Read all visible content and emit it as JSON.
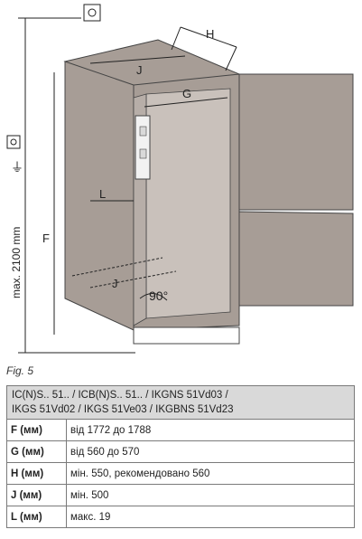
{
  "figure": {
    "labels": {
      "h": "H",
      "j_top": "J",
      "g": "G",
      "f": "F",
      "l": "L",
      "j_bottom": "J",
      "angle": "90°",
      "max_height": "max. 2100 mm"
    },
    "caption": "Fig. 5"
  },
  "table": {
    "header_line1": "IC(N)S.. 51.. / ICB(N)S.. 51.. / IKGNS 51Vd03 /",
    "header_line2": "IKGS 51Vd02 / IKGS 51Ve03 / IKGBNS 51Vd23",
    "rows": [
      {
        "key": "F (мм)",
        "value": "від 1772 до 1788"
      },
      {
        "key": "G (мм)",
        "value": "від 560 до 570"
      },
      {
        "key": "H (мм)",
        "value": "мін. 550, рекомендовано 560"
      },
      {
        "key": "J (мм)",
        "value": "мін. 500"
      },
      {
        "key": "L (мм)",
        "value": "макс. 19"
      }
    ]
  }
}
